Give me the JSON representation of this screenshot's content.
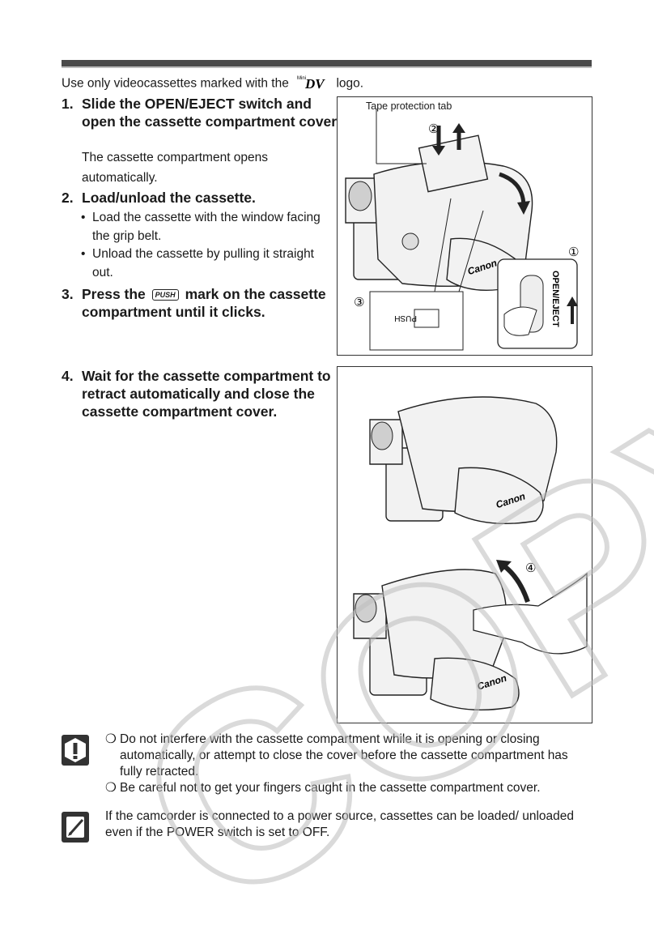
{
  "intro": {
    "before": "Use only videocassettes marked with the",
    "logo_small": "Mini",
    "logo_main": "DV",
    "after": "logo."
  },
  "steps": [
    {
      "num": "1.",
      "title": "Slide the OPEN/EJECT switch and open the cassette compartment cover.",
      "desc": "The cassette compartment opens automatically."
    },
    {
      "num": "2.",
      "title": "Load/unload the cassette.",
      "bullets": [
        "Load the cassette with the window facing the grip belt.",
        "Unload the cassette by pulling it straight out."
      ]
    },
    {
      "num": "3.",
      "title_pre": "Press the",
      "push_key": "PUSH",
      "title_post": "mark on the cassette compartment until it clicks."
    },
    {
      "num": "4.",
      "title": "Wait for the cassette compartment to retract automatically and close the cassette compartment cover."
    }
  ],
  "figure1": {
    "tape_label": "Tape protection tab",
    "callouts": [
      "①",
      "②",
      "③"
    ],
    "switch_label": "OPEN/EJECT",
    "push_label": "PUSH",
    "brand": "Canon"
  },
  "figure2": {
    "callout": "④",
    "brand": "Canon"
  },
  "notes": {
    "caution": [
      "Do not interfere with the cassette compartment while it is opening or closing automatically, or attempt to close the cover before the cassette compartment has fully retracted.",
      "Be careful not to get your fingers caught in the cassette compartment cover."
    ],
    "info": "If the camcorder is connected to a power source, cassettes can be loaded/ unloaded even if the POWER switch is set to OFF.",
    "bullet_glyph": "❍"
  },
  "watermark": "COPY"
}
